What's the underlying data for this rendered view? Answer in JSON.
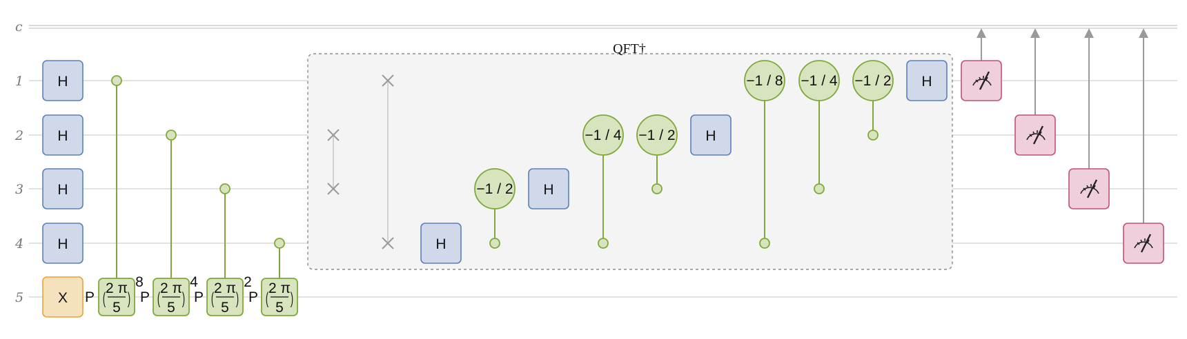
{
  "wires": {
    "classical_label": "c",
    "qubit_labels": [
      "1",
      "2",
      "3",
      "4",
      "5"
    ]
  },
  "gates": {
    "h": "H",
    "x": "X",
    "phase_prefix": "P",
    "phase_numerator": "2 π",
    "phase_denominator": "5",
    "phase_powers": [
      "8",
      "4",
      "2",
      ""
    ]
  },
  "qft": {
    "title": "QFT†",
    "rotations": [
      "−1 / 2",
      "−1 / 4",
      "−1 / 2",
      "−1 / 8",
      "−1 / 4",
      "−1 / 2"
    ]
  },
  "colors": {
    "hadamard": "#cfd9ea",
    "x_gate": "#f6e1bd",
    "phase": "#d7e4bd",
    "measure": "#efcfdc"
  },
  "icons": {
    "measurement": "meter-icon",
    "swap": "swap-x-icon",
    "classical_arrow": "arrow-up-icon"
  }
}
